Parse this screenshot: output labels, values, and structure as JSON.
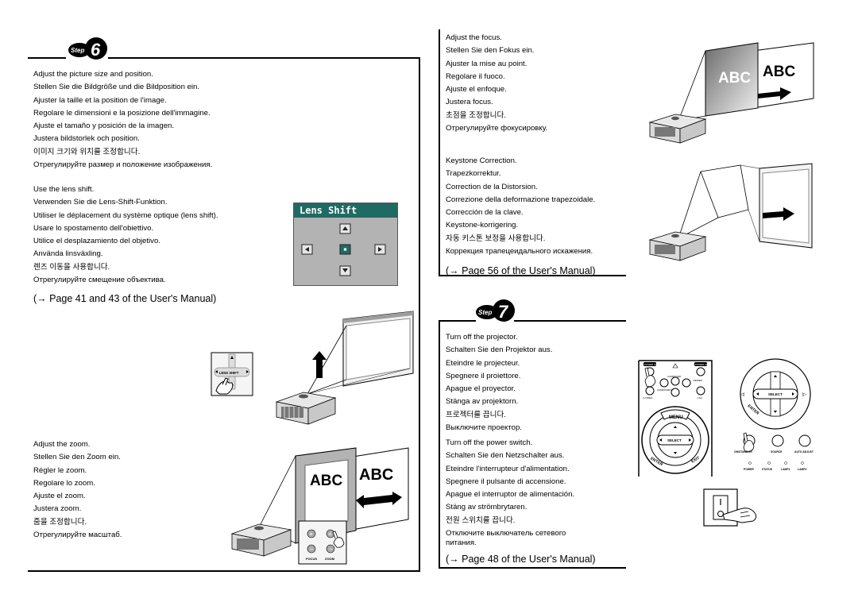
{
  "step6": {
    "badge_word": "Step",
    "badge_num": "6",
    "size_lines": [
      "Adjust the picture size and position.",
      "Stellen Sie die Bildgröße und die Bildposition ein.",
      "Ajuster la taille et la position de l'image.",
      "Regolare le dimensioni e la posizione dell'immagine.",
      "Ajuste el tamaño y posición de la imagen.",
      "Justera bildstorlek och position.",
      "이미지 크기와 위치를 조정합니다.",
      "Отрегулируйте размер и положение изображения."
    ],
    "lens_lines": [
      "Use the lens shift.",
      "Verwenden Sie die Lens-Shift-Funktion.",
      "Utiliser le déplacement du système optique (lens shift).",
      "Usare lo spostamento dell'obiettivo.",
      "Utilice el desplazamiento del objetivo.",
      "Använda linsväxling.",
      "렌즈 이동을 사용합니다.",
      "Отрегулируйте смещение объектива."
    ],
    "lens_ref": "(→ Page 41 and 43 of the User's Manual)",
    "osd_title": "Lens Shift",
    "keypad_label": "LENS SHIFT",
    "zoom_lines": [
      "Adjust the zoom.",
      "Stellen Sie den Zoom ein.",
      "Régler le zoom.",
      "Regolare lo zoom.",
      "Ajuste el zoom.",
      "Justera zoom.",
      "줌을 조정합니다.",
      "Отрегулируйте масштаб."
    ],
    "zoom_screen_text": "ABC",
    "zoom_screen_text2": "ABC",
    "focus_label": "FOCUS",
    "zoom_label": "ZOOM"
  },
  "focus": {
    "lines": [
      "Adjust the focus.",
      "Stellen Sie den Fokus ein.",
      "Ajuster la mise au point.",
      "Regolare il fuoco.",
      "Ajuste el enfoque.",
      "Justera focus.",
      "초점을 조정합니다.",
      "Отрегулируйте фокусировку."
    ],
    "screen_text": "ABC",
    "screen_text2": "ABC"
  },
  "keystone": {
    "lines": [
      "Keystone Correction.",
      "Trapezkorrektur.",
      "Correction de la Distorsion.",
      "Correzione della deformazione trapezoidale.",
      "Corrección de la clave.",
      "Keystone-korrigering.",
      "자동 키스톤 보정을 사용합니다.",
      "Коррекция трапецеидального искажения."
    ],
    "ref": "(→ Page 56 of the User's Manual)"
  },
  "step7": {
    "badge_word": "Step",
    "badge_num": "7",
    "off_lines": [
      "Turn off the projector.",
      "Schalten Sie den Projektor aus.",
      "Eteindre le projecteur.",
      "Spegnere il proiettore.",
      "Apague el proyector.",
      "Stänga av projektorn.",
      "프로젝터를 끕니다.",
      "Выключите проектор."
    ],
    "switch_lines": [
      "Turn off the power switch.",
      "Schalten Sie den Netzschalter aus.",
      "Eteindre l'interrupteur d'alimentation.",
      "Spegnere il pulsante di accensione.",
      "Apague el interruptor de alimentación.",
      "Stäng av strömbrytaren.",
      "전원 스위치를 끕니다.",
      "Отключите выключатель сетевого",
      "питания."
    ],
    "ref": "(→ Page 48 of the User's Manual)",
    "remote": {
      "power_on": "POWER ON",
      "power_off": "POWER OFF",
      "computer": "COMPUTER",
      "component": "COMPONENT",
      "viewer": "VIEWER",
      "svideo": "S-VIDEO",
      "lan": "LAN",
      "menu": "MENU",
      "select": "SELECT",
      "enter": "ENTER",
      "exit": "EXIT"
    },
    "panel": {
      "select": "SELECT",
      "enter": "ENTER",
      "standby": "ON/STAND BY",
      "source": "SOURCE",
      "auto_adjust": "AUTO ADJUST",
      "power": "POWER",
      "status": "STATUS",
      "lamp1": "LAMP1",
      "lamp2": "LAMP2"
    }
  }
}
